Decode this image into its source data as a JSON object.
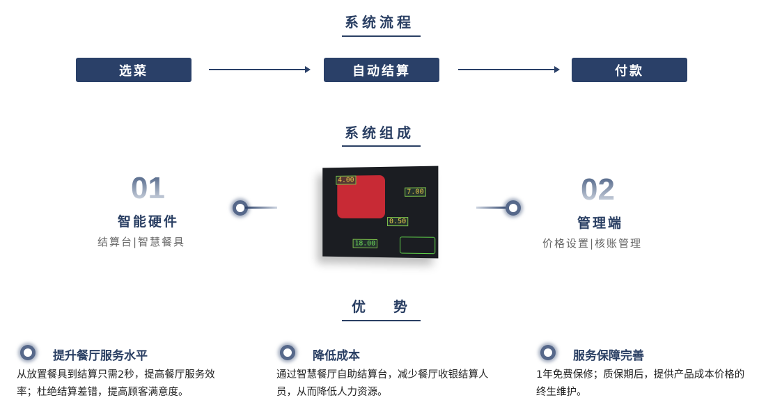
{
  "process": {
    "title": "系统流程",
    "steps": [
      "选菜",
      "自动结算",
      "付款"
    ]
  },
  "composition": {
    "title": "系统组成",
    "left": {
      "num": "01",
      "title": "智能硬件",
      "sub": "结算台|智慧餐具"
    },
    "right": {
      "num": "02",
      "title": "管理端",
      "sub": "价格设置|核账管理"
    },
    "photo_labels": [
      "4.00",
      "7.00",
      "0.50",
      "18.00"
    ]
  },
  "advantages": {
    "title": "优　　势",
    "items": [
      {
        "title": "提升餐厅服务水平",
        "text": "从放置餐具到结算只需2秒，提高餐厅服务效率；杜绝结算差错，提高顾客满意度。"
      },
      {
        "title": "降低成本",
        "text": "通过智慧餐厅自助结算台，减少餐厅收银结算人员，从而降低人力资源。"
      },
      {
        "title": "服务保障完善",
        "text": "1年免费保修；质保期后，提供产品成本价格的终生维护。"
      }
    ]
  }
}
